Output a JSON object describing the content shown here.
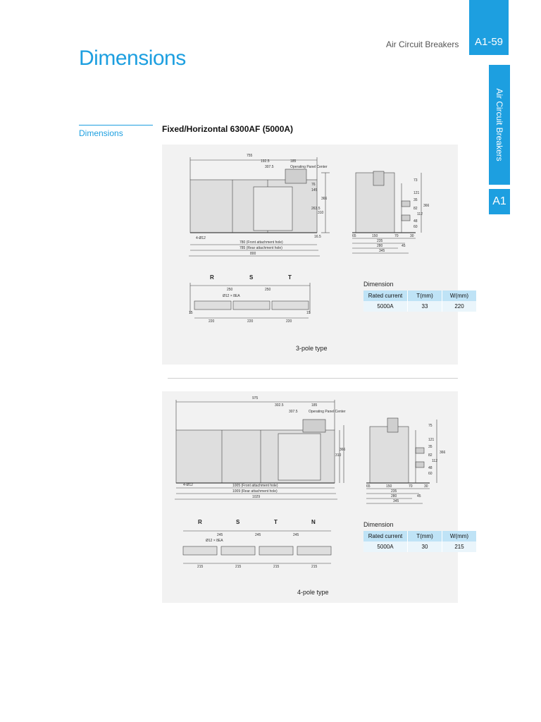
{
  "header": {
    "page_number": "A1-59",
    "title": "Air Circuit Breakers"
  },
  "side_tab": {
    "label": "Air Circuit Breakers",
    "chapter": "A1"
  },
  "page_title": "Dimensions",
  "section_label": "Dimensions",
  "sub_heading": "Fixed/Horizontal 6300AF (5000A)",
  "three_pole": {
    "caption": "3-pole type",
    "front": {
      "dims": {
        "overall": "755",
        "left_to_panel": "192.5",
        "panel": "185",
        "panel_center": "307.5",
        "panel_center_label": "Operating Panel Center",
        "hole": "4-Ø12",
        "front_holes": "780 (Front attachment hole)",
        "rear_holes": "785 (Rear attachment hole)",
        "width": "800",
        "h1": "76",
        "h2": "145",
        "h3": "263.5",
        "h4": "310",
        "h5": "366",
        "h6": "16.5"
      }
    },
    "side": {
      "dims": {
        "a": "65",
        "b": "150",
        "c": "70",
        "d": "30",
        "e": "235",
        "f": "45",
        "g": "280",
        "h": "345",
        "v1": "73",
        "v2": "121",
        "v3": "35",
        "v4": "82",
        "v5": "112",
        "v6": "48",
        "v7": "60",
        "v8": "366"
      }
    },
    "terminal": {
      "phases": [
        "R",
        "S",
        "T"
      ],
      "pitch": "250",
      "hole": "Ø12 × 8EA",
      "group": "220",
      "edge_left": "15",
      "edge_right": "15"
    },
    "table": {
      "title": "Dimension",
      "headers": [
        "Rated current",
        "T(mm)",
        "W(mm)"
      ],
      "row": [
        "5000A",
        "33",
        "220"
      ]
    }
  },
  "four_pole": {
    "caption": "4-pole type",
    "front": {
      "dims": {
        "overall": "975",
        "left_to_panel": "302.5",
        "panel": "185",
        "panel_center": "307.5",
        "panel_center_label": "Operating Panel Center",
        "hole": "4-Ø12",
        "front_holes": "1005 (Front attachment hole)",
        "rear_holes": "1009 (Rear attachment hole)",
        "width": "1029",
        "h1": "310",
        "h2": "366"
      }
    },
    "side": {
      "dims": {
        "a": "65",
        "b": "150",
        "c": "70",
        "d": "30",
        "e": "235",
        "f": "45",
        "g": "280",
        "h": "345",
        "v1": "75",
        "v2": "121",
        "v3": "35",
        "v4": "82",
        "v5": "112",
        "v6": "48",
        "v7": "60",
        "v8": "366"
      }
    },
    "terminal": {
      "phases": [
        "R",
        "S",
        "T",
        "N"
      ],
      "pitch": "245",
      "hole": "Ø12 × 8EA",
      "group": "215"
    },
    "table": {
      "title": "Dimension",
      "headers": [
        "Rated current",
        "T(mm)",
        "W(mm)"
      ],
      "row": [
        "5000A",
        "30",
        "215"
      ]
    }
  }
}
